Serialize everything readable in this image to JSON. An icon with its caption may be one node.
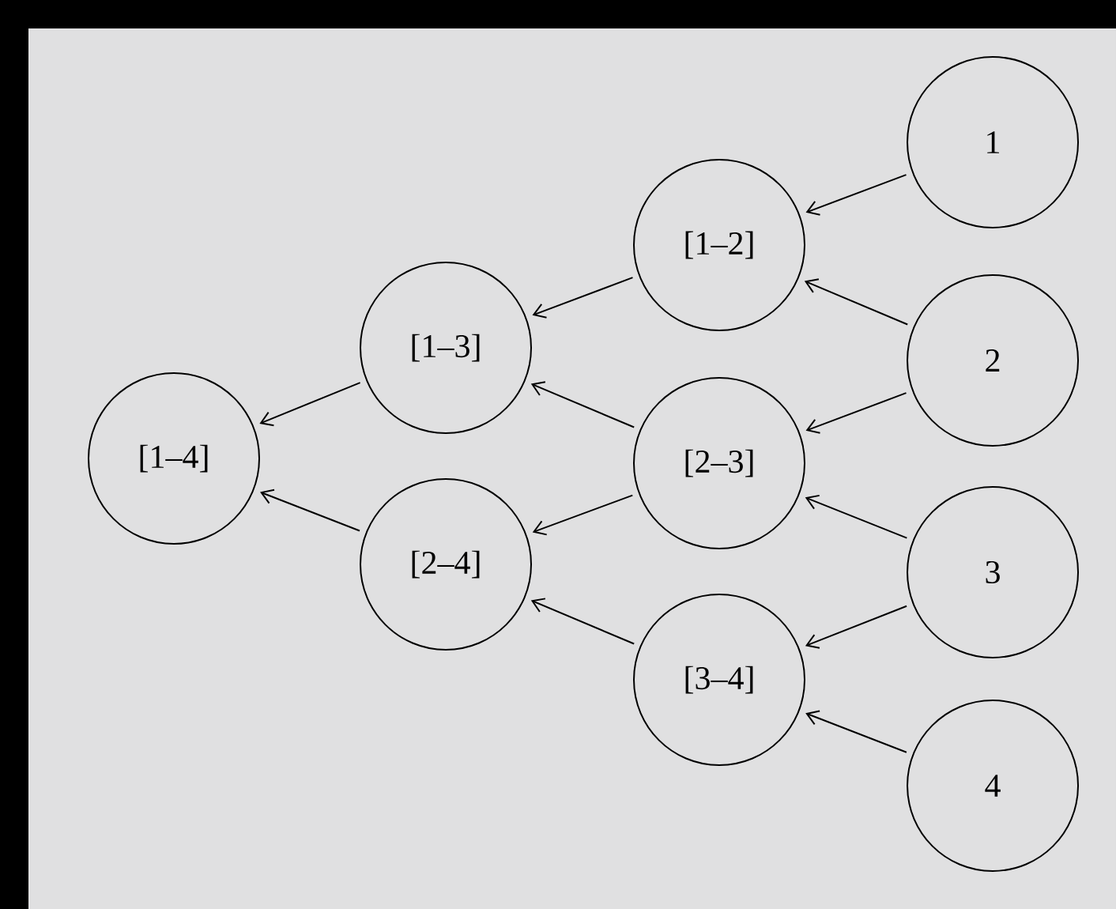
{
  "diagram": {
    "nodes": [
      {
        "text": [
          "1"
        ]
      },
      {
        "text": [
          "2"
        ]
      },
      {
        "text": [
          "3"
        ]
      },
      {
        "text": [
          "4"
        ]
      },
      {
        "text": [
          "[1–2]"
        ]
      },
      {
        "text": [
          "[2–3]"
        ]
      },
      {
        "text": [
          "[3–4]"
        ]
      },
      {
        "text": [
          "[1–3]"
        ]
      },
      {
        "text": [
          "[2–4]"
        ]
      },
      {
        "text": [
          "[1–4]"
        ]
      }
    ],
    "edges": [
      {
        "from": 0,
        "to": 4,
        "arrow": "to"
      },
      {
        "from": 1,
        "to": 4,
        "arrow": "to"
      },
      {
        "from": 1,
        "to": 5,
        "arrow": "to"
      },
      {
        "from": 2,
        "to": 5,
        "arrow": "to"
      },
      {
        "from": 2,
        "to": 6,
        "arrow": "to"
      },
      {
        "from": 3,
        "to": 6,
        "arrow": "to"
      },
      {
        "from": 4,
        "to": 7,
        "arrow": "to"
      },
      {
        "from": 5,
        "to": 7,
        "arrow": "to"
      },
      {
        "from": 5,
        "to": 8,
        "arrow": "to"
      },
      {
        "from": 6,
        "to": 8,
        "arrow": "to"
      },
      {
        "from": 7,
        "to": 9,
        "arrow": "to"
      },
      {
        "from": 8,
        "to": 9,
        "arrow": "to"
      }
    ]
  }
}
